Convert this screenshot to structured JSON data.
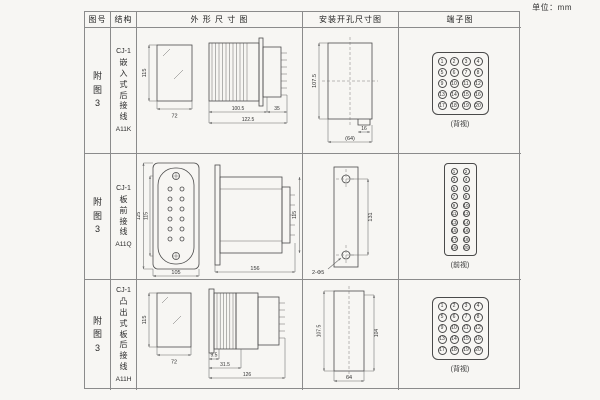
{
  "page": {
    "unit_label": "单位：mm"
  },
  "table": {
    "headers": {
      "fig": "图号",
      "structure": "结构",
      "outline": "外 形 尺 寸 图",
      "install": "安装开孔尺寸图",
      "terminal": "端子图"
    },
    "rows": [
      {
        "fig": "附图3",
        "model": "CJ-1",
        "name": "嵌入式后接线",
        "code": "A11K",
        "dims": {
          "height": "115",
          "width": "72",
          "depth": "100.5",
          "rear": "35",
          "total": "122.5"
        },
        "install": {
          "height": "107.5",
          "notch": "16",
          "width": "(64)"
        },
        "terminal": {
          "view": "(背视)",
          "cols": 4,
          "numbers": [
            1,
            2,
            3,
            4,
            5,
            6,
            7,
            8,
            9,
            10,
            11,
            12,
            13,
            14,
            15,
            16,
            17,
            18,
            19,
            20
          ]
        }
      },
      {
        "fig": "附图3",
        "model": "CJ-1",
        "name": "板前接线",
        "code": "A11Q",
        "dims": {
          "height": "125",
          "inner": "115",
          "width": "105",
          "length": "156",
          "side_height": "115"
        },
        "install": {
          "centers": "131",
          "holes": "2-Φ5"
        },
        "terminal": {
          "view": "(前视)",
          "cols": 2,
          "numbers": [
            1,
            2,
            3,
            4,
            5,
            6,
            7,
            8,
            9,
            10,
            11,
            12,
            13,
            14,
            15,
            16,
            17,
            18,
            19,
            20
          ]
        }
      },
      {
        "fig": "附图3",
        "model": "CJ-1",
        "name": "凸出式板后接线",
        "code": "A11H",
        "dims": {
          "height": "115",
          "width": "72",
          "flange": "9.5",
          "front": "31.5",
          "length": "126"
        },
        "install": {
          "left": "107.5",
          "right": "104",
          "width": "64"
        },
        "terminal": {
          "view": "(背视)",
          "cols": 4,
          "numbers": [
            1,
            2,
            3,
            4,
            5,
            6,
            7,
            8,
            9,
            10,
            11,
            12,
            13,
            14,
            15,
            16,
            17,
            18,
            19,
            20
          ]
        }
      }
    ]
  }
}
